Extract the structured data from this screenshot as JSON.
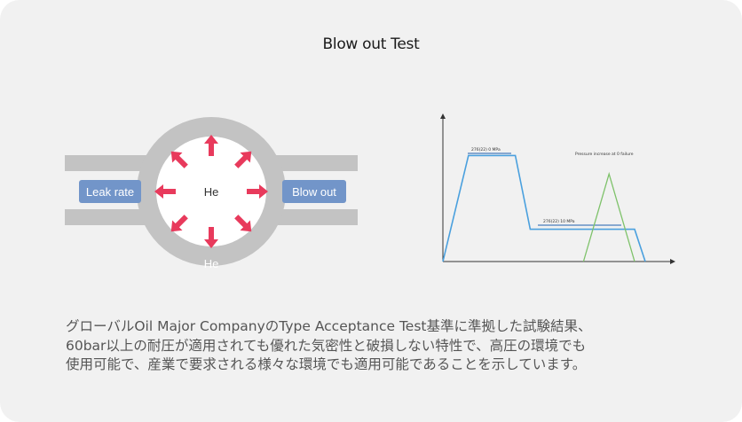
{
  "title": "Blow out Test",
  "diagram": {
    "left_label": "Leak rate",
    "right_label": "Blow out",
    "center_label": "He",
    "bottom_label": "He",
    "colors": {
      "ring": "#c3c3c3",
      "arrow": "#e83a5c",
      "badge": "#7295c9",
      "inner": "#ffffff"
    }
  },
  "chart_data": {
    "type": "line",
    "annotations": [
      "276(22) 0 MPa",
      "Pressure increase at 0 failure",
      "276(22) 10 MPa"
    ],
    "series": [
      {
        "color": "#4aa0de",
        "points": [
          [
            0,
            0
          ],
          [
            12,
            92
          ],
          [
            34,
            92
          ],
          [
            41,
            28
          ],
          [
            90,
            28
          ],
          [
            95,
            0
          ]
        ]
      },
      {
        "color": "#7ec26a",
        "points": [
          [
            66,
            0
          ],
          [
            78,
            76
          ],
          [
            90,
            0
          ]
        ]
      }
    ]
  },
  "description": "グローバルOil Major CompanyのType Acceptance Test基準に準拠した試験結果、\n60bar以上の耐圧が適用されても優れた気密性と破損しない特性で、高圧の環境でも\n使用可能で、産業で要求される様々な環境でも適用可能であることを示しています。"
}
